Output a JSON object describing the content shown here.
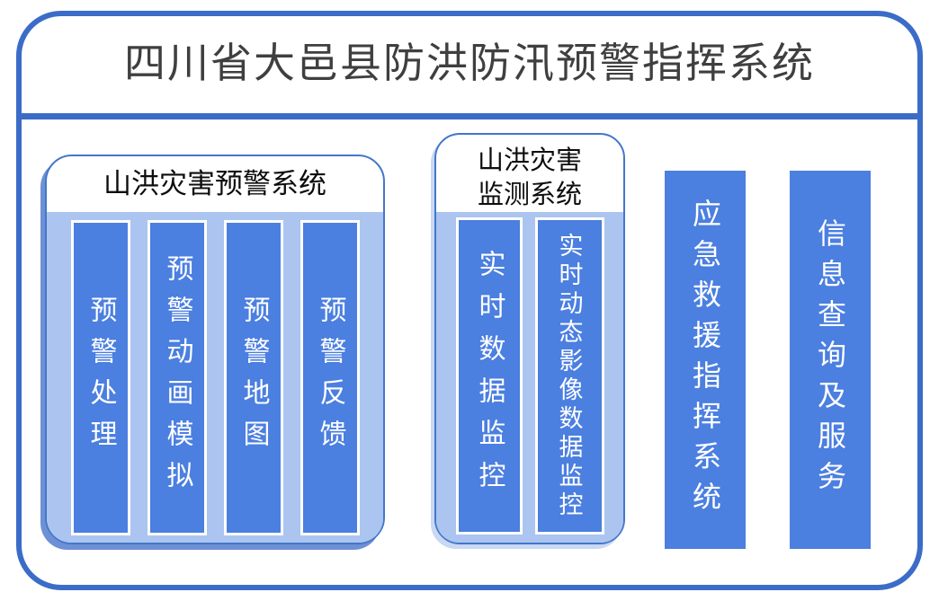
{
  "title": "四川省大邑县防洪防汛预警指挥系统",
  "colors": {
    "frame_blue": "#3B6CC7",
    "group_border_blue": "#4377C9",
    "bar_blue": "#4B7FE0",
    "band_blue": "#ABC5F0",
    "shadow_blue": "#6E90D4",
    "title_gray": "#3F3F3F",
    "bar_text_white": "#FFFFFF"
  },
  "groups": [
    {
      "title_lines": [
        "山洪灾害预警系统"
      ],
      "modules": [
        "预警处理",
        "预警动画模拟",
        "预警地图",
        "预警反馈"
      ]
    },
    {
      "title_lines": [
        "山洪灾害",
        "监测系统"
      ],
      "modules": [
        "实时数据监控",
        "实时动态影像数据监控"
      ]
    }
  ],
  "standalone_modules": [
    "应急救援指挥系统",
    "信息查询及服务"
  ]
}
